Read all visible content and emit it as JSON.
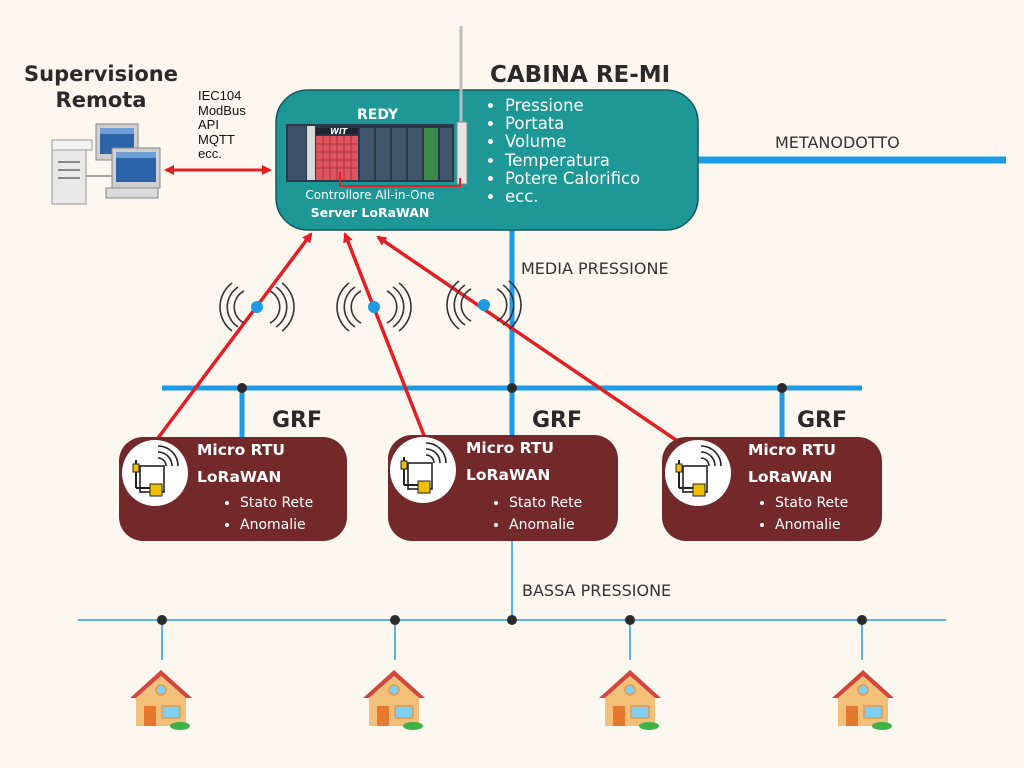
{
  "supervision": {
    "title": "Supervisione Remota",
    "protocols": [
      "IEC104",
      "ModBus",
      "API",
      "MQTT",
      "ecc."
    ]
  },
  "cabin": {
    "title": "CABINA RE-MI",
    "device_name": "REDY",
    "device_brand": "WIT",
    "caption_line1": "Controllore All-in-One",
    "caption_line2": "Server LoRaWAN",
    "measures": [
      "Pressione",
      "Portata",
      "Volume",
      "Temperatura",
      "Potere Calorifico",
      "ecc."
    ],
    "color": "#1e9797"
  },
  "lines": {
    "pipeline": "METANODOTTO",
    "medium": "MEDIA PRESSIONE",
    "low": "BASSA PRESSIONE"
  },
  "grf_units": [
    {
      "grf_label": "GRF",
      "title_line1": "Micro RTU",
      "title_line2": "LoRaWAN",
      "items": [
        "Stato Rete",
        "Anomalie"
      ]
    },
    {
      "grf_label": "GRF",
      "title_line1": "Micro RTU",
      "title_line2": "LoRaWAN",
      "items": [
        "Stato Rete",
        "Anomalie"
      ]
    },
    {
      "grf_label": "GRF",
      "title_line1": "Micro RTU",
      "title_line2": "LoRaWAN",
      "items": [
        "Stato Rete",
        "Anomalie"
      ]
    }
  ],
  "colors": {
    "background": "#fdf8ef",
    "pipe_blue": "#1e9be6",
    "link_red": "#e31e24",
    "rtu_maroon": "#73282a",
    "cabin_teal": "#1e9797"
  },
  "icons": {
    "supervision": "computer-workstation-icon",
    "wireless": "wireless-signal-icon",
    "rtu": "rtu-device-icon",
    "house": "house-icon"
  }
}
